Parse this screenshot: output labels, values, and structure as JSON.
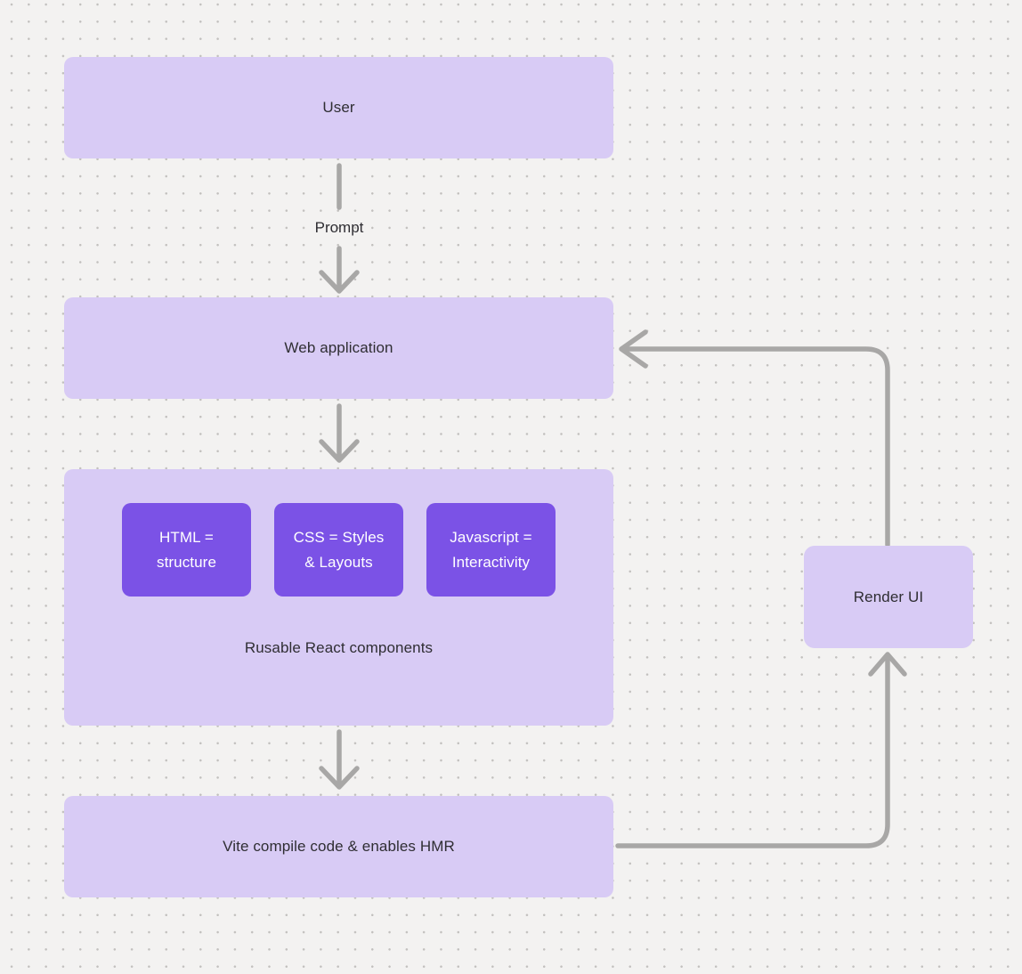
{
  "diagram": {
    "nodes": {
      "user": {
        "label": "User"
      },
      "web_application": {
        "label": "Web application"
      },
      "components_group": {
        "caption": "Rusable React components"
      },
      "vite": {
        "label": "Vite compile code & enables HMR"
      },
      "render_ui": {
        "label": "Render UI"
      }
    },
    "components": [
      {
        "line1": "HTML =",
        "line2": "structure"
      },
      {
        "line1": "CSS = Styles",
        "line2": "& Layouts"
      },
      {
        "line1": "Javascript =",
        "line2": "Interactivity"
      }
    ],
    "edge_labels": {
      "prompt": "Prompt"
    },
    "colors": {
      "background": "#f3f2f1",
      "dot": "#c2c0be",
      "node_fill": "#d8cbf5",
      "chip_fill": "#7b52e6",
      "connector": "#a8a7a6",
      "text_dark": "#2f2e33",
      "text_light": "#ffffff"
    }
  }
}
